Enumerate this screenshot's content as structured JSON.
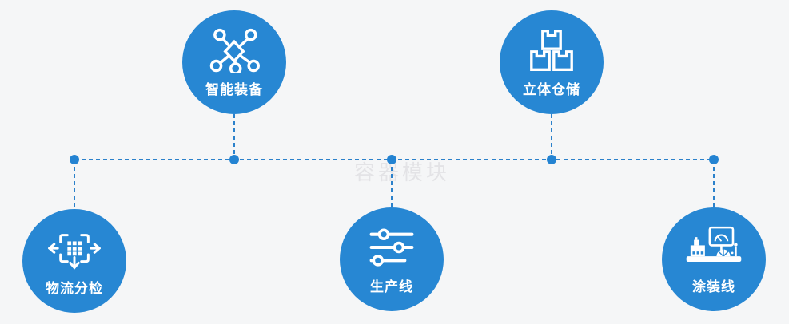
{
  "watermark": "容器模块",
  "colors": {
    "background": "#f5f6f7",
    "circle_blue": "#2787d3",
    "connector_blue": "#2b81cb",
    "dot_blue": "#2383d2",
    "label_text": "#ffffff",
    "watermark_gray": "#e3e3e6"
  },
  "nodes": [
    {
      "id": "smart-equipment",
      "label": "智能装备",
      "icon": "network-nodes-icon",
      "row": "top"
    },
    {
      "id": "warehouse",
      "label": "立体仓储",
      "icon": "stacked-boxes-icon",
      "row": "top"
    },
    {
      "id": "logistics-sorting",
      "label": "物流分检",
      "icon": "sort-dispatch-arrows-icon",
      "row": "bottom"
    },
    {
      "id": "production-line",
      "label": "生产线",
      "icon": "sliders-icon",
      "row": "bottom"
    },
    {
      "id": "painting-line",
      "label": "涂装线",
      "icon": "machine-monitor-icon",
      "row": "bottom"
    }
  ]
}
